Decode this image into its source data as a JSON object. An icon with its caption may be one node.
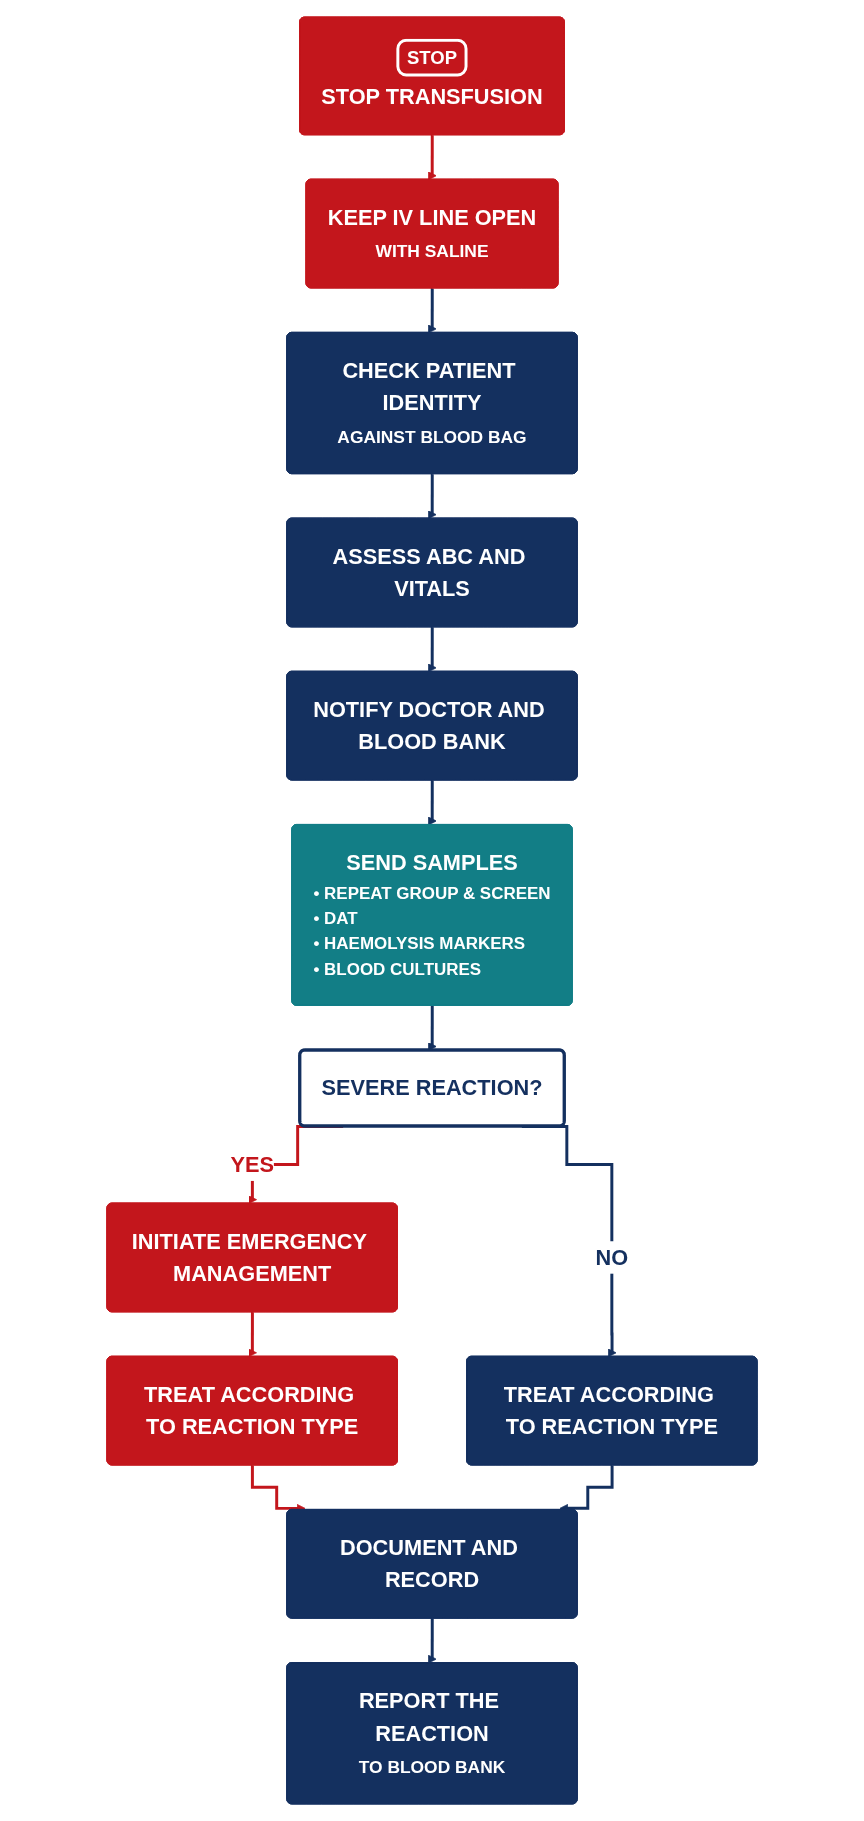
{
  "diagram": {
    "nodes": [
      {
        "text": [
          "STOP",
          "STOP TRANSFUSION"
        ]
      },
      {
        "text": [
          "KEEP IV LINE OPEN",
          "WITH SALINE"
        ]
      },
      {
        "text": [
          "CHECK PATIENT IDENTITY",
          "AGAINST BLOOD BAG"
        ]
      },
      {
        "text": [
          "ASSESS ABC AND VITALS"
        ]
      },
      {
        "text": [
          "NOTIFY DOCTOR AND BLOOD BANK"
        ]
      },
      {
        "text": [
          "SEND SAMPLES",
          "• REPEAT GROUP & SCREEN",
          "• DAT",
          "• HAEMOLYSIS MARKERS",
          "• BLOOD CULTURES"
        ]
      },
      {
        "text": [
          "SEVERE REACTION?"
        ]
      },
      {
        "text": [
          "INITIATE EMERGENCY MANAGEMENT"
        ]
      },
      {
        "text": [
          "TREAT ACCORDING TO REACTION TYPE"
        ]
      },
      {
        "text": [
          "TREAT ACCORDING TO REACTION TYPE"
        ]
      },
      {
        "text": [
          "DOCUMENT AND RECORD"
        ]
      },
      {
        "text": [
          "REPORT THE REACTION",
          "TO BLOOD BANK"
        ]
      }
    ],
    "edges": [
      {
        "from": 0,
        "to": 1,
        "arrow": "to",
        "color": "#c3161c"
      },
      {
        "from": 1,
        "to": 2,
        "arrow": "to"
      },
      {
        "from": 2,
        "to": 3,
        "arrow": "to"
      },
      {
        "from": 3,
        "to": 4,
        "arrow": "to"
      },
      {
        "from": 4,
        "to": 5,
        "arrow": "to"
      },
      {
        "from": 5,
        "to": 6,
        "arrow": "to"
      },
      {
        "from": 6,
        "to": 7,
        "arrow": "to",
        "label": "YES",
        "color": "#c3161c"
      },
      {
        "from": 6,
        "to": 9,
        "arrow": "to",
        "label": "NO"
      },
      {
        "from": 7,
        "to": 8,
        "arrow": "to",
        "color": "#c3161c"
      },
      {
        "from": 8,
        "to": 10,
        "arrow": "to",
        "color": "#c3161c"
      },
      {
        "from": 9,
        "to": 10,
        "arrow": "to"
      },
      {
        "from": 10,
        "to": 11,
        "arrow": "to"
      }
    ]
  }
}
